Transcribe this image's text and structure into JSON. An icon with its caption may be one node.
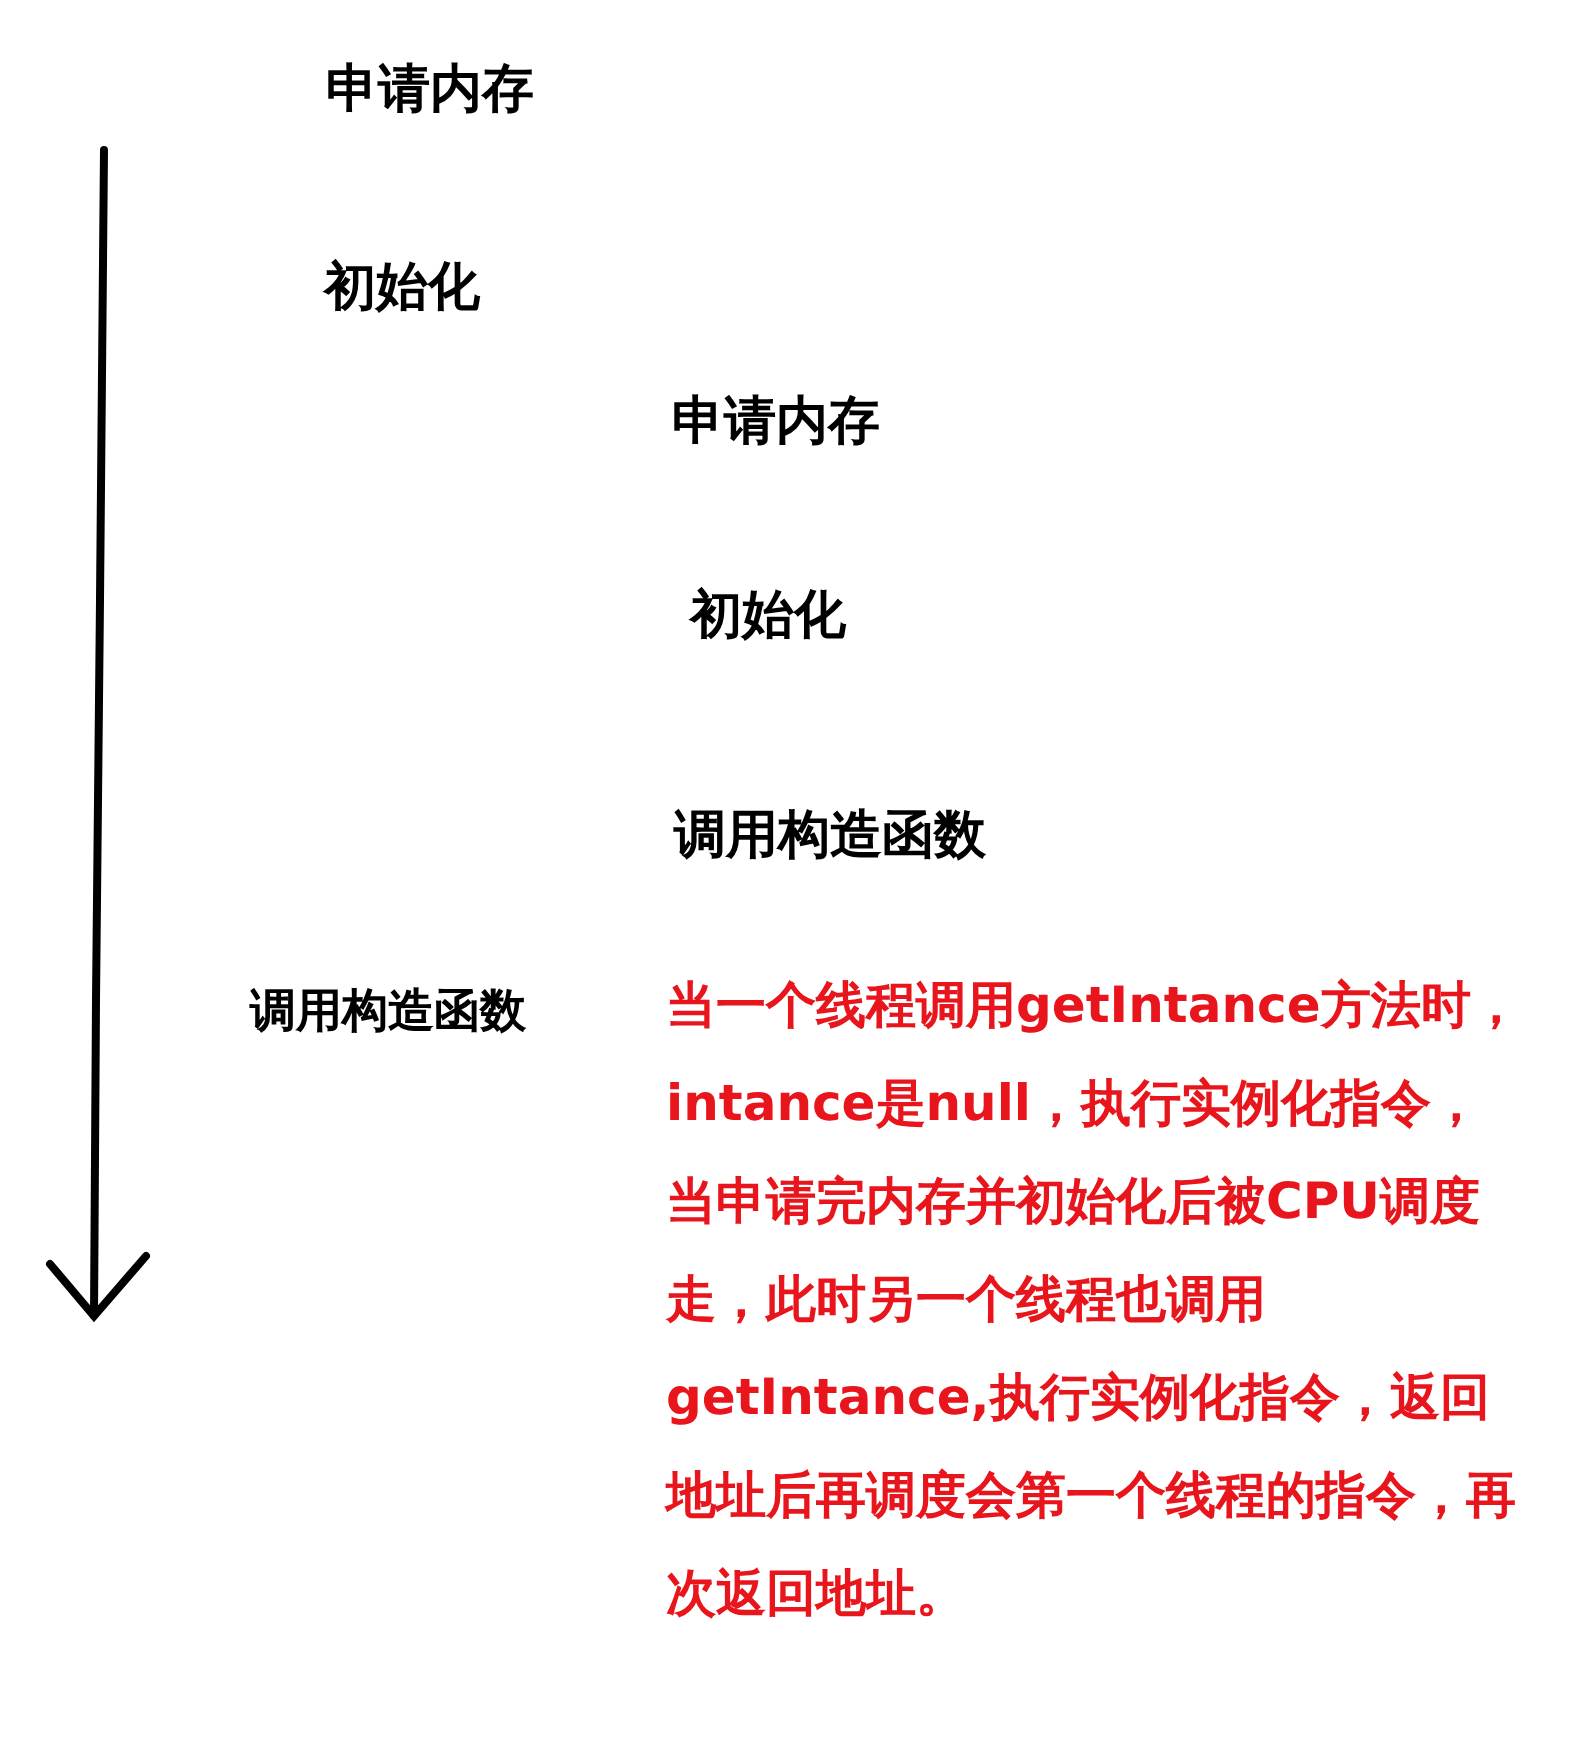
{
  "diagram": {
    "labels": [
      "申请内存",
      "初始化",
      "申请内存",
      "初始化",
      "调用构造函数",
      "调用构造函数",
      "当一个线程调用getIntance方法时，intance是null，执行实例化指令，当申请完内存并初始化后被CPU调度走，此时另一个线程也调用getIntance,执行实例化指令，返回地址后再调度会第一个线程的指令，再次返回地址。"
    ]
  }
}
